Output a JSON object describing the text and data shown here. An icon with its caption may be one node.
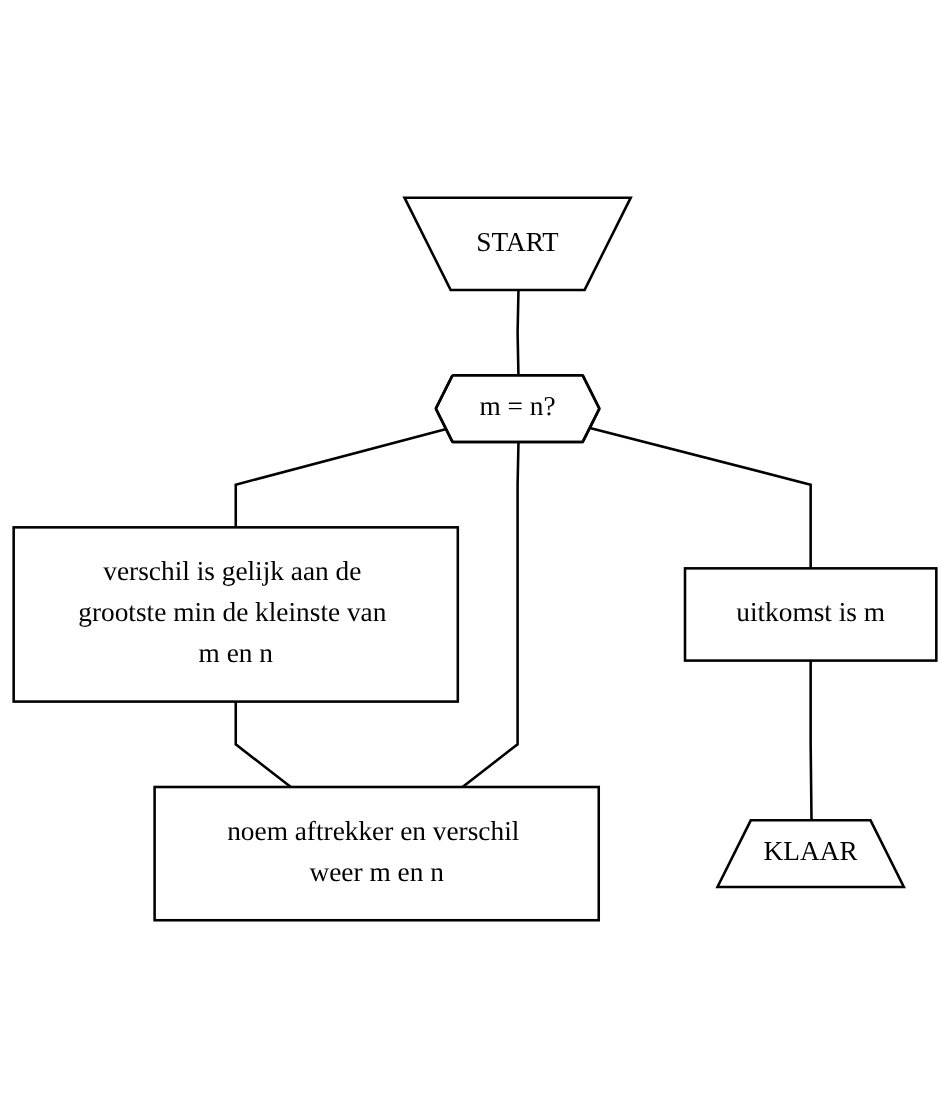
{
  "diagram": {
    "nodes": [
      {
        "text": [
          "START"
        ]
      },
      {
        "text": [
          "m = n?"
        ]
      },
      {
        "text": [
          "verschil is gelijk aan de grootste min de kleinste van m en n"
        ]
      },
      {
        "text": [
          "noem aftrekker en verschil weer m en n"
        ]
      },
      {
        "text": [
          "uitkomst is m"
        ]
      },
      {
        "text": [
          "KLAAR"
        ]
      }
    ],
    "edges": [
      {
        "from": 0,
        "to": 1,
        "arrow": "none"
      },
      {
        "from": 1,
        "to": 2,
        "arrow": "none"
      },
      {
        "from": 2,
        "to": 3,
        "arrow": "none"
      },
      {
        "from": 3,
        "to": 1,
        "arrow": "none"
      },
      {
        "from": 1,
        "to": 4,
        "arrow": "none"
      },
      {
        "from": 4,
        "to": 5,
        "arrow": "none"
      }
    ]
  }
}
